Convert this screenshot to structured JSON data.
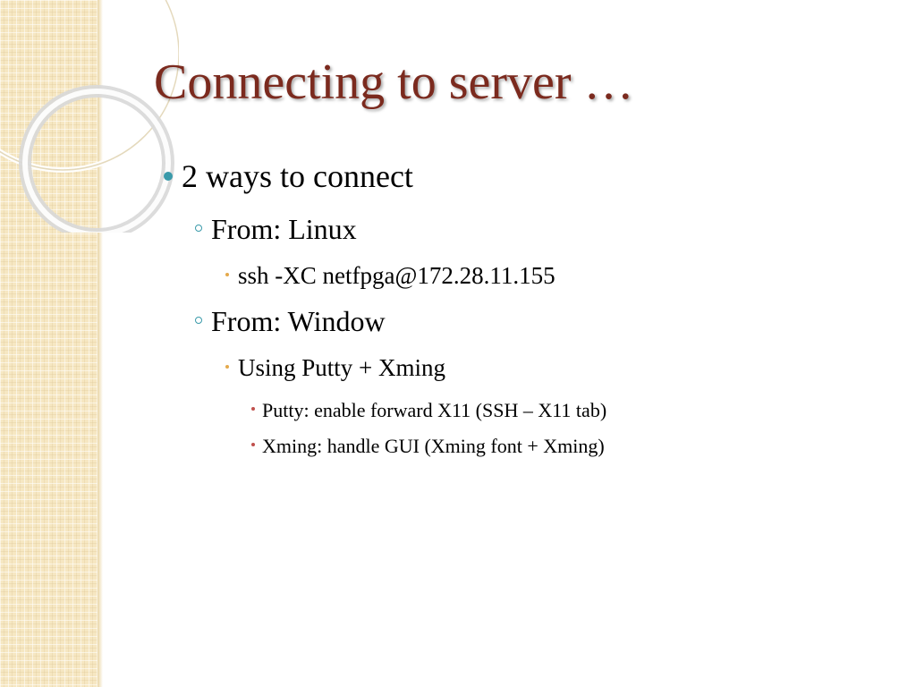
{
  "slide": {
    "title": "Connecting to server …",
    "items": [
      {
        "level": 1,
        "text": "2 ways to connect"
      },
      {
        "level": 2,
        "text": "From: Linux"
      },
      {
        "level": 3,
        "text": "ssh -XC netfpga@172.28.11.155"
      },
      {
        "level": 2,
        "text": "From: Window"
      },
      {
        "level": 3,
        "text": "Using Putty + Xming"
      },
      {
        "level": 4,
        "text": "Putty: enable forward X11 (SSH – X11 tab)"
      },
      {
        "level": 4,
        "text": "Xming: handle GUI (Xming font + Xming)"
      }
    ]
  },
  "colors": {
    "title": "#7b2a1e",
    "band": "#f6e7c2",
    "bullet_level1": "#3a9aaa",
    "bullet_level2": "#3a9aaa",
    "bullet_level3": "#e4a94c",
    "bullet_level4": "#c0504d"
  },
  "icons": {
    "decoration": "double-ring-decoration-icon"
  }
}
